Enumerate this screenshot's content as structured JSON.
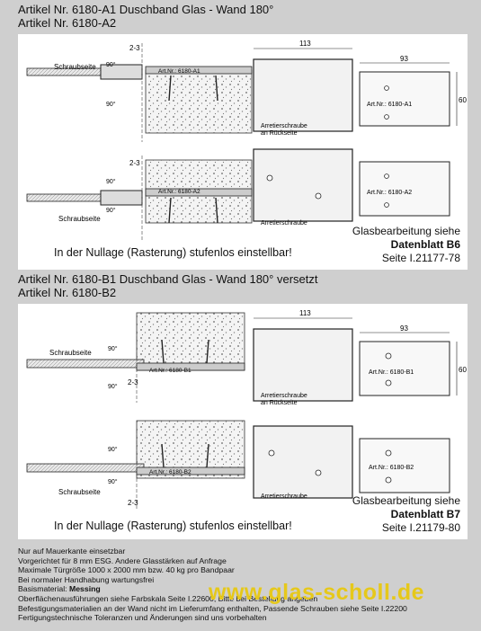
{
  "section1": {
    "title_line1": "Artikel Nr. 6180-A1  Duschband  Glas - Wand 180°",
    "title_line2": "Artikel Nr. 6180-A2",
    "adjust_note": "In der Nullage (Rasterung) stufenlos einstellbar!",
    "ref_line1": "Glasbearbeitung siehe",
    "ref_line2": "Datenblatt B6",
    "ref_line3": "Seite I.21177-78",
    "labels": {
      "screw_side_top": "Schraubseite",
      "screw_side_bottom": "Schraubseite",
      "angle_top_a": "90°",
      "angle_top_b": "90°",
      "angle_bot_a": "90°",
      "angle_bot_b": "90°",
      "gap_top": "2-3",
      "gap_bottom": "2-3",
      "artnr_top": "Art.Nr.: 6180-A1",
      "artnr_bottom": "Art.Nr.: 6180-A2",
      "dim_113": "113",
      "dim_93": "93",
      "dim_60": "60",
      "plate_a1": "Art.Nr.: 6180-A1",
      "plate_a2": "Art.Nr.: 6180-A2",
      "lock_screw_back_1": "Arretierschraube",
      "lock_screw_back_2": "an Rückseite",
      "lock_screw": "Arretierschraube"
    }
  },
  "section2": {
    "title_line1": "Artikel Nr. 6180-B1  Duschband  Glas - Wand 180° versetzt",
    "title_line2": "Artikel Nr. 6180-B2",
    "adjust_note": "In der Nullage (Rasterung) stufenlos einstellbar!",
    "ref_line1": "Glasbearbeitung siehe",
    "ref_line2": "Datenblatt B7",
    "ref_line3": "Seite I.21179-80",
    "labels": {
      "screw_side_top": "Schraubseite",
      "screw_side_bottom": "Schraubseite",
      "angle_top_a": "90°",
      "angle_top_b": "90°",
      "angle_bot_a": "90°",
      "angle_bot_b": "90°",
      "gap_top": "2-3",
      "gap_bottom": "2-3",
      "artnr_top": "Art.Nr.: 6180-B1",
      "artnr_bottom": "Art.Nr.: 6180-B2",
      "dim_113": "113",
      "dim_93": "93",
      "dim_60": "60",
      "plate_b1": "Art.Nr.: 6180-B1",
      "plate_b2": "Art.Nr.: 6180-B2",
      "lock_screw_back_1": "Arretierschraube",
      "lock_screw_back_2": "an Rückseite",
      "lock_screw": "Arretierschraube"
    }
  },
  "footer": {
    "line1": "Nur auf Mauerkante einsetzbar",
    "line2": "Vorgerichtet für 8 mm ESG. Andere Glasstärken auf Anfrage",
    "line3": "Maximale Türgröße 1000 x 2000 mm bzw. 40 kg pro Bandpaar",
    "line4": "Bei normaler Handhabung wartungsfrei",
    "line5_label": "Basismaterial: ",
    "line5_value": "Messing",
    "line6": "Oberflächenausführungen siehe Farbskala Seite I.22600, Bitte bei Bestellung angeben",
    "line7": "Befestigungsmaterialien an der Wand nicht im Lieferumfang enthalten, Passende Schrauben siehe Seite I.22200",
    "line8": "Fertigungstechnische Toleranzen und Änderungen sind uns vorbehalten"
  },
  "watermark": "www.glas-scholl.de"
}
